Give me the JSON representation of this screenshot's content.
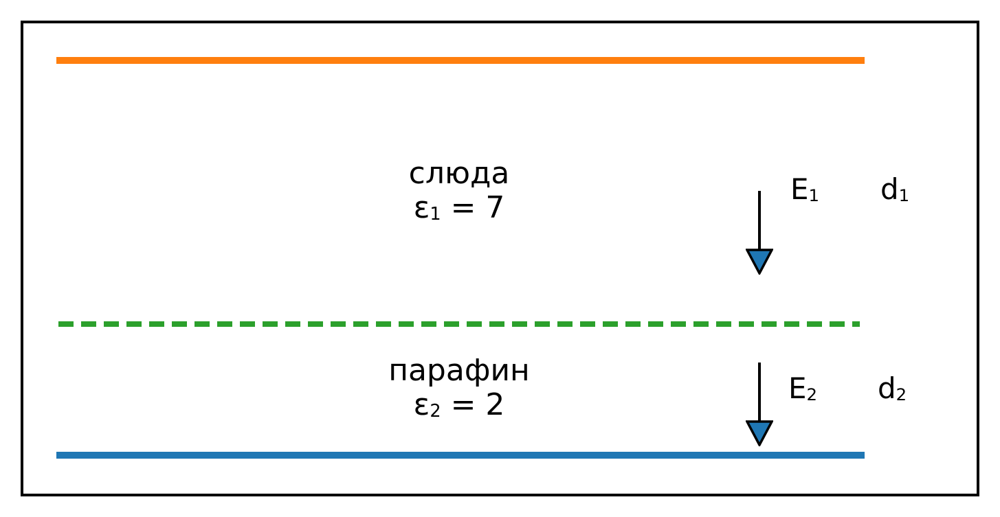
{
  "diagram": {
    "colors": {
      "border": "#000000",
      "top_plate": "#ff7f0e",
      "interface": "#2ca02c",
      "bottom_plate": "#1f77b4",
      "arrow_head": "#1f77b4",
      "arrow_stem": "#000000"
    },
    "layers": [
      {
        "material": "слюда",
        "epsilon_symbol": "ε",
        "epsilon_sub": "1",
        "epsilon_eq": " = 7",
        "field_symbol": "E",
        "field_sub": "1",
        "thickness_symbol": "d",
        "thickness_sub": "1"
      },
      {
        "material": "парафин",
        "epsilon_symbol": "ε",
        "epsilon_sub": "2",
        "epsilon_eq": " = 2",
        "field_symbol": "E",
        "field_sub": "2",
        "thickness_symbol": "d",
        "thickness_sub": "2"
      }
    ]
  }
}
